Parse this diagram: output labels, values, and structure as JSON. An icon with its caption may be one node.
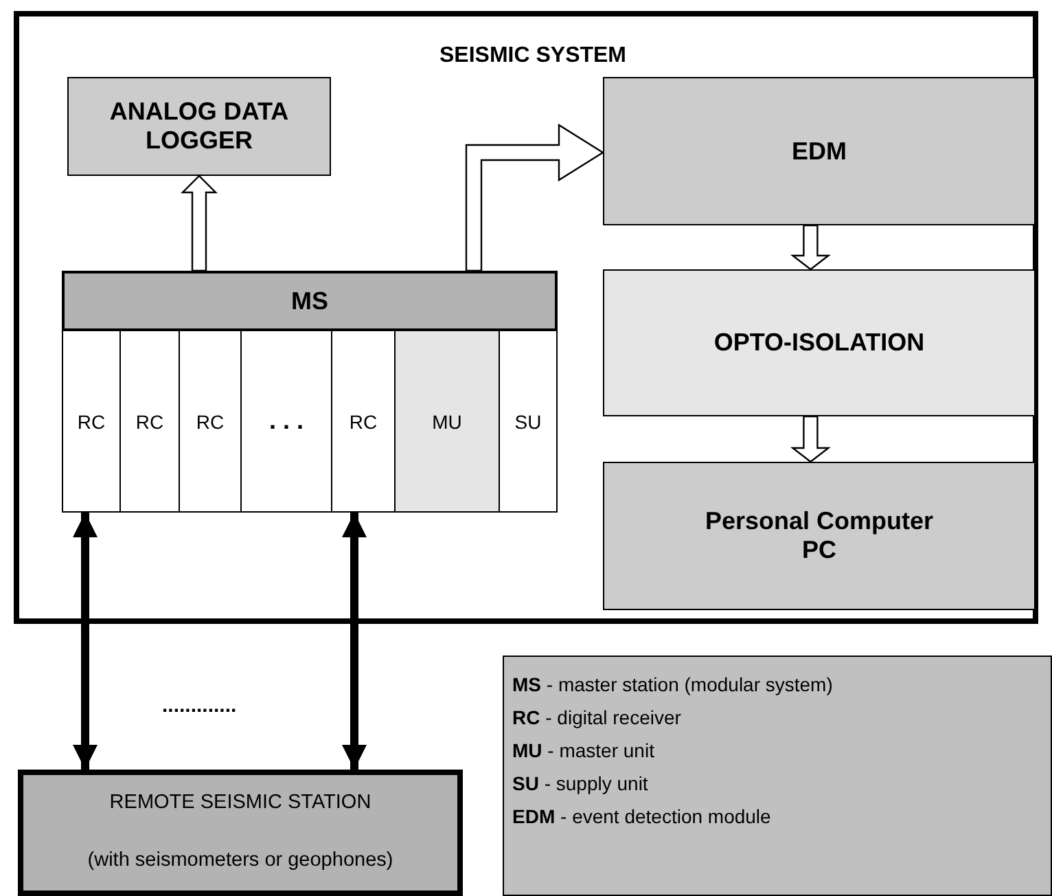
{
  "diagram": {
    "nodes": [
      {
        "text": [
          "SEISMIC SYSTEM"
        ]
      },
      {
        "text": [
          "ANALOG DATA LOGGER"
        ],
        "in": 0
      },
      {
        "text": [
          "MS"
        ],
        "in": 0
      },
      {
        "text": [
          "RC"
        ],
        "in": 0
      },
      {
        "text": [
          "RC"
        ],
        "in": 0
      },
      {
        "text": [
          "RC"
        ],
        "in": 0
      },
      {
        "text": [
          ". . ."
        ],
        "in": 0
      },
      {
        "text": [
          "RC"
        ],
        "in": 0
      },
      {
        "text": [
          "MU"
        ],
        "in": 0
      },
      {
        "text": [
          "SU"
        ],
        "in": 0
      },
      {
        "text": [
          "EDM"
        ],
        "in": 0
      },
      {
        "text": [
          "OPTO-ISOLATION"
        ],
        "in": 0
      },
      {
        "text": [
          "Personal Computer PC"
        ],
        "in": 0
      },
      {
        "text": [
          "REMOTE SEISMIC STATION",
          "(with seismometers or geophones)"
        ]
      },
      {
        "text": [
          "**MS** - master station (modular system)",
          "**RC** - digital receiver",
          "**MU** - master unit",
          "**SU** - supply unit",
          "**EDM** - event detection module"
        ]
      }
    ],
    "edges": [
      {
        "from": 2,
        "to": 1,
        "arrow": "to"
      },
      {
        "from": 2,
        "to": 10,
        "arrow": "to"
      },
      {
        "from": 10,
        "to": 11,
        "arrow": "to"
      },
      {
        "from": 11,
        "to": 12,
        "arrow": "to"
      },
      {
        "from": 13,
        "to": 3,
        "arrow": "both"
      },
      {
        "from": 13,
        "to": 7,
        "arrow": "both"
      }
    ],
    "labels": [
      "............."
    ]
  }
}
